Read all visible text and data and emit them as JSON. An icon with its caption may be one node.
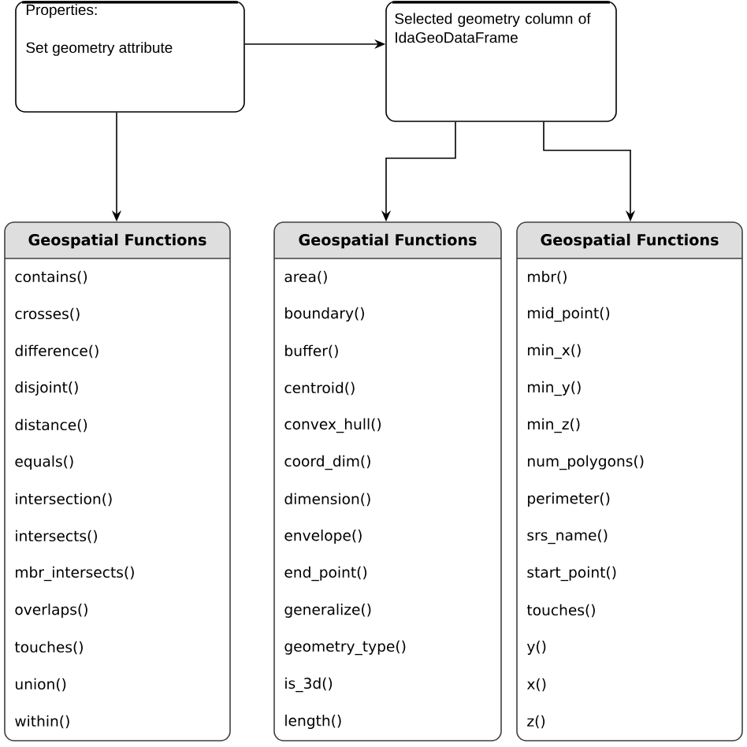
{
  "diagram": {
    "nodes": [
      {
        "text": [
          "Properties:",
          "Set geometry attribute"
        ]
      },
      {
        "text": [
          "Selected geometry column of  IdaGeoDataFrame"
        ]
      },
      {
        "text": [
          "Geospatial Functions",
          "contains()",
          "crosses()",
          "difference()",
          "disjoint()",
          "distance()",
          "equals()",
          "intersection()",
          "intersects()",
          "mbr_intersects()",
          "overlaps()",
          "touches()",
          "union()",
          "within()"
        ]
      },
      {
        "text": [
          "Geospatial Functions",
          "area()",
          "boundary()",
          "buffer()",
          "centroid()",
          "convex_hull()",
          "coord_dim()",
          "dimension()",
          "envelope()",
          "end_point()",
          "generalize()",
          "geometry_type()",
          "is_3d()",
          "length()"
        ]
      },
      {
        "text": [
          "Geospatial Functions",
          "mbr()",
          "mid_point()",
          "min_x()",
          "min_y()",
          "min_z()",
          "num_polygons()",
          "perimeter()",
          "srs_name()",
          "start_point()",
          "touches()",
          "y()",
          "x()",
          "z()"
        ]
      }
    ],
    "edges": [
      {
        "from": 0,
        "to": 1,
        "arrow": "to"
      },
      {
        "from": 0,
        "to": 2,
        "arrow": "to"
      },
      {
        "from": 1,
        "to": 3,
        "arrow": "to"
      },
      {
        "from": 1,
        "to": 4,
        "arrow": "to"
      }
    ]
  }
}
